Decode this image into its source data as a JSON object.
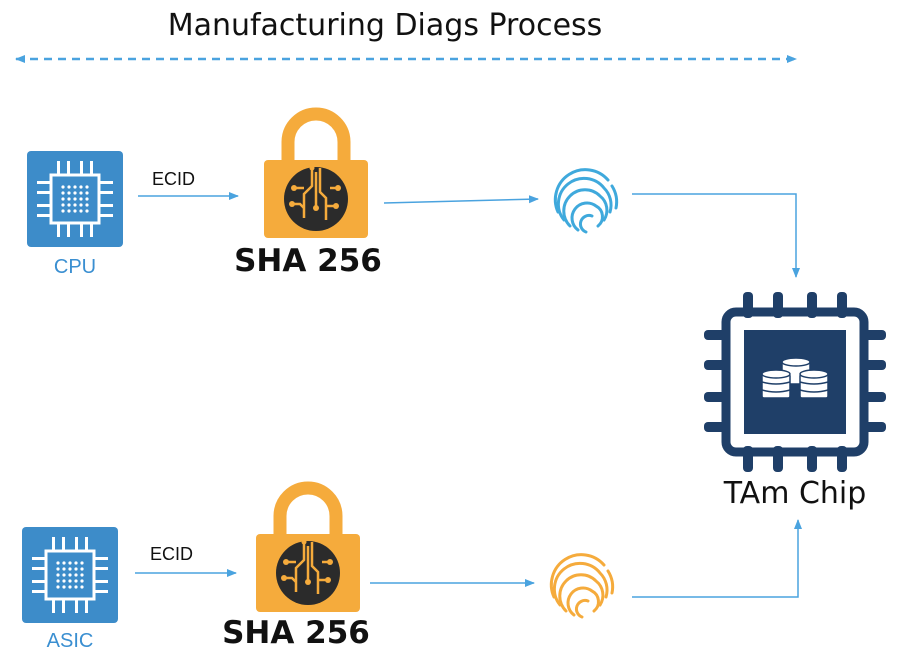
{
  "title": "Manufacturing Diags Process",
  "nodes": {
    "cpu": {
      "label": "CPU"
    },
    "asic": {
      "label": "ASIC"
    },
    "hash_top": {
      "label": "SHA 256"
    },
    "hash_bottom": {
      "label": "SHA 256"
    },
    "tam": {
      "label": "TAm Chip"
    }
  },
  "edges": {
    "cpu_to_hash": {
      "label": "ECID"
    },
    "asic_to_hash": {
      "label": "ECID"
    }
  },
  "colors": {
    "accent_blue": "#3a8fd1",
    "arrow_blue": "#4aa3df",
    "chip_blue": "#3d8cc9",
    "lock_orange": "#f5ab3c",
    "lock_dark": "#2b2b2b",
    "fingerprint_top": "#3fa9dc",
    "fingerprint_bottom": "#f5ab3c",
    "tam_navy": "#1f3f68"
  },
  "icons": [
    "chip-icon",
    "padlock-circuit-icon",
    "fingerprint-icon",
    "tam-chip-icon",
    "database-icon"
  ]
}
